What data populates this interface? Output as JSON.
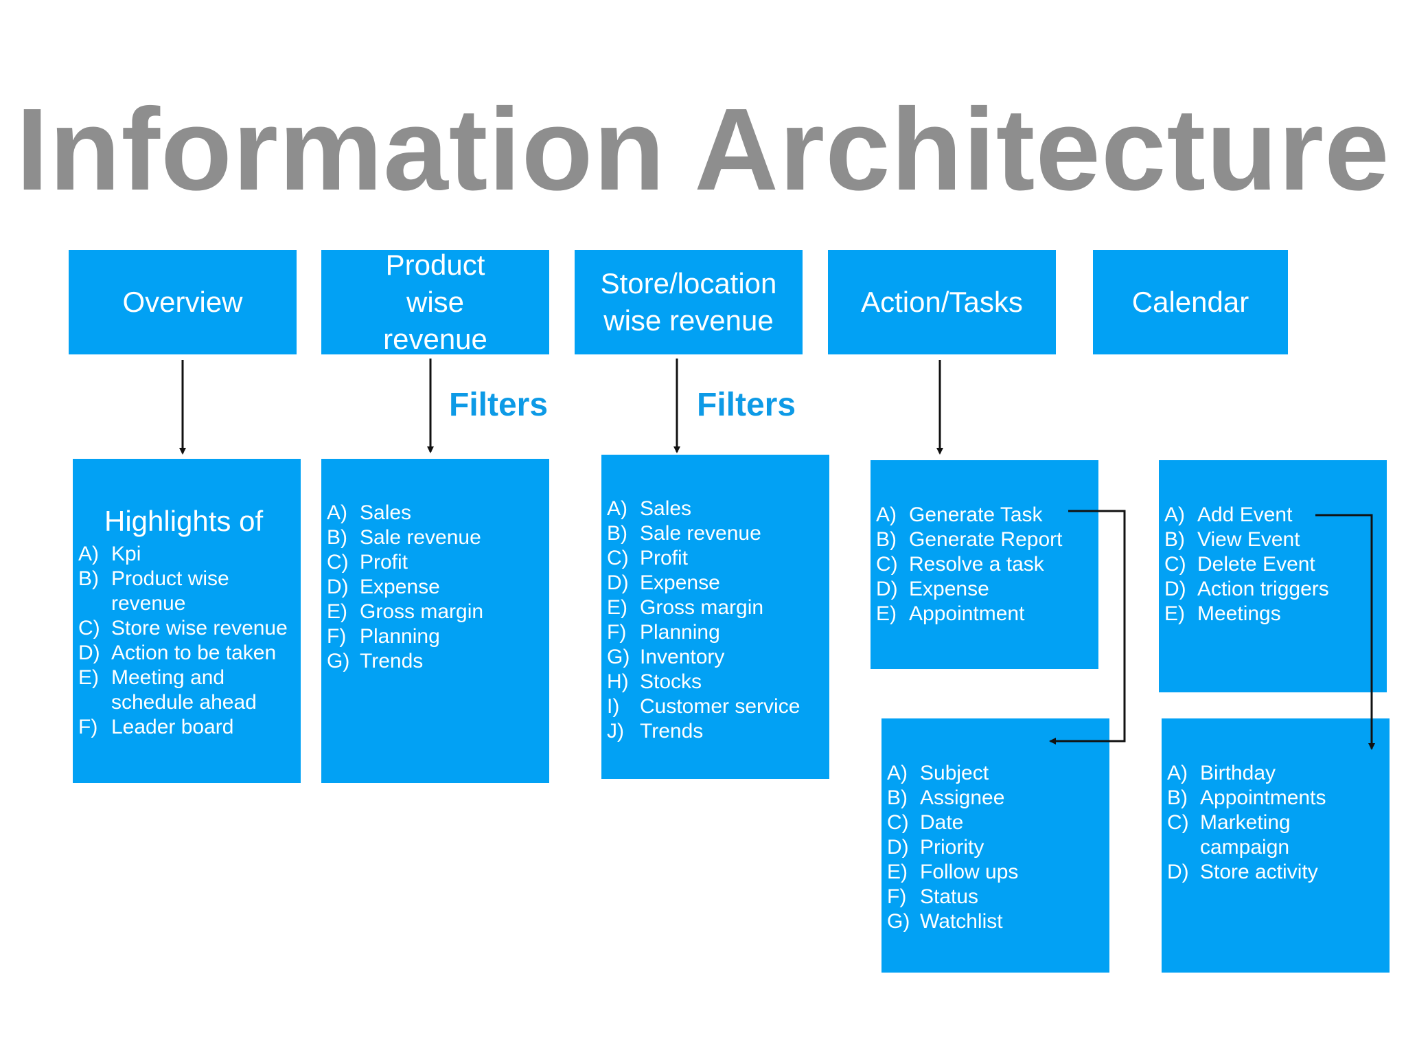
{
  "title": "Information Architecture",
  "filters_label": "Filters",
  "colors": {
    "box": "#02a1f4",
    "title": "#8e8e8e",
    "filters": "#0d9ae6",
    "arrow": "#111111"
  },
  "headers": [
    {
      "label": "Overview"
    },
    {
      "label": "Product wise revenue"
    },
    {
      "label": "Store/location wise revenue"
    },
    {
      "label": "Action/Tasks"
    },
    {
      "label": "Calendar"
    }
  ],
  "overview": {
    "lead": "Highlights of",
    "items": [
      {
        "m": "A)",
        "t": "Kpi"
      },
      {
        "m": "B)",
        "t": "Product wise revenue"
      },
      {
        "m": "C)",
        "t": "Store wise revenue"
      },
      {
        "m": "D)",
        "t": "Action to be taken"
      },
      {
        "m": "E)",
        "t": "Meeting and schedule ahead"
      },
      {
        "m": "F)",
        "t": "Leader board"
      }
    ]
  },
  "product": {
    "items": [
      {
        "m": "A)",
        "t": "Sales"
      },
      {
        "m": "B)",
        "t": "Sale revenue"
      },
      {
        "m": "C)",
        "t": "Profit"
      },
      {
        "m": "D)",
        "t": "Expense"
      },
      {
        "m": "E)",
        "t": "Gross margin"
      },
      {
        "m": "F)",
        "t": "Planning"
      },
      {
        "m": "G)",
        "t": "Trends"
      }
    ]
  },
  "store": {
    "items": [
      {
        "m": "A)",
        "t": "Sales"
      },
      {
        "m": "B)",
        "t": "Sale revenue"
      },
      {
        "m": "C)",
        "t": "Profit"
      },
      {
        "m": "D)",
        "t": "Expense"
      },
      {
        "m": "E)",
        "t": "Gross margin"
      },
      {
        "m": "F)",
        "t": "Planning"
      },
      {
        "m": "G)",
        "t": "Inventory"
      },
      {
        "m": "H)",
        "t": "Stocks"
      },
      {
        "m": "I)",
        "t": "Customer service"
      },
      {
        "m": "J)",
        "t": "Trends"
      }
    ]
  },
  "tasks": {
    "items": [
      {
        "m": "A)",
        "t": "Generate Task"
      },
      {
        "m": "B)",
        "t": "Generate Report"
      },
      {
        "m": "C)",
        "t": "Resolve a task"
      },
      {
        "m": "D)",
        "t": "Expense"
      },
      {
        "m": "E)",
        "t": "Appointment"
      }
    ]
  },
  "task_detail": {
    "items": [
      {
        "m": "A)",
        "t": "Subject"
      },
      {
        "m": "B)",
        "t": "Assignee"
      },
      {
        "m": "C)",
        "t": "Date"
      },
      {
        "m": "D)",
        "t": "Priority"
      },
      {
        "m": "E)",
        "t": "Follow ups"
      },
      {
        "m": "F)",
        "t": "Status"
      },
      {
        "m": "G)",
        "t": "Watchlist"
      }
    ]
  },
  "calendar": {
    "items": [
      {
        "m": "A)",
        "t": "Add Event"
      },
      {
        "m": "B)",
        "t": "View Event"
      },
      {
        "m": "C)",
        "t": "Delete Event"
      },
      {
        "m": "D)",
        "t": "Action triggers"
      },
      {
        "m": "E)",
        "t": "Meetings"
      }
    ]
  },
  "event_types": {
    "items": [
      {
        "m": "A)",
        "t": "Birthday"
      },
      {
        "m": "B)",
        "t": "Appointments"
      },
      {
        "m": "C)",
        "t": "Marketing campaign"
      },
      {
        "m": "D)",
        "t": "Store activity"
      }
    ]
  }
}
